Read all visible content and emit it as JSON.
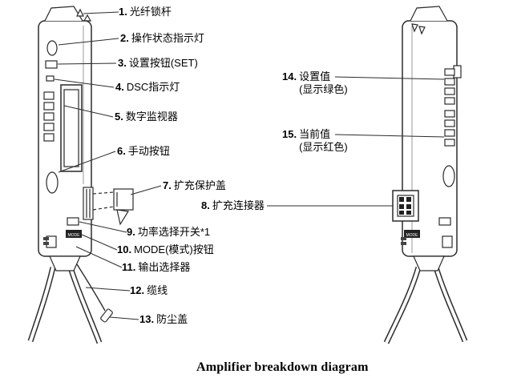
{
  "caption": "Amplifier breakdown diagram",
  "markings": {
    "mode": "MODE"
  },
  "labels": [
    {
      "num": "1.",
      "text": "光纤锁杆"
    },
    {
      "num": "2.",
      "text": "操作状态指示灯"
    },
    {
      "num": "3.",
      "text": "设置按钮(SET)"
    },
    {
      "num": "4.",
      "text": "DSC指示灯"
    },
    {
      "num": "5.",
      "text": "数字监视器"
    },
    {
      "num": "6.",
      "text": "手动按钮"
    },
    {
      "num": "7.",
      "text": "扩充保护盖"
    },
    {
      "num": "8.",
      "text": "扩充连接器"
    },
    {
      "num": "9.",
      "text": "功率选择开关*1"
    },
    {
      "num": "10.",
      "text": "MODE(模式)按钮"
    },
    {
      "num": "11.",
      "text": "输出选择器"
    },
    {
      "num": "12.",
      "text": "缆线"
    },
    {
      "num": "13.",
      "text": "防尘盖"
    },
    {
      "num": "14.",
      "text": "设置值\n(显示绿色)"
    },
    {
      "num": "15.",
      "text": "当前值\n(显示红色)"
    }
  ]
}
